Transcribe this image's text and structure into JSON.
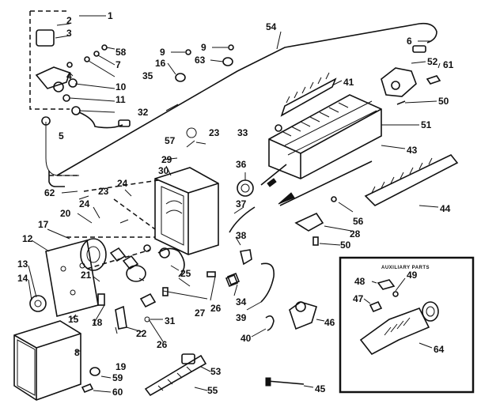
{
  "auxiliary_box": {
    "title": "AUXILIARY PARTS"
  },
  "parts": [
    {
      "id": "p1",
      "label": "1"
    },
    {
      "id": "p2",
      "label": "2"
    },
    {
      "id": "p3",
      "label": "3"
    },
    {
      "id": "p4",
      "label": "4"
    },
    {
      "id": "p5",
      "label": "5"
    },
    {
      "id": "p6",
      "label": "6"
    },
    {
      "id": "p7",
      "label": "7"
    },
    {
      "id": "p8",
      "label": "8"
    },
    {
      "id": "p9a",
      "label": "9"
    },
    {
      "id": "p9b",
      "label": "9"
    },
    {
      "id": "p10",
      "label": "10"
    },
    {
      "id": "p11",
      "label": "11"
    },
    {
      "id": "p12",
      "label": "12"
    },
    {
      "id": "p13",
      "label": "13"
    },
    {
      "id": "p14",
      "label": "14"
    },
    {
      "id": "p15",
      "label": "15"
    },
    {
      "id": "p16",
      "label": "16"
    },
    {
      "id": "p17",
      "label": "17"
    },
    {
      "id": "p18",
      "label": "18"
    },
    {
      "id": "p19",
      "label": "19"
    },
    {
      "id": "p20",
      "label": "20"
    },
    {
      "id": "p21",
      "label": "21"
    },
    {
      "id": "p22",
      "label": "22"
    },
    {
      "id": "p23a",
      "label": "23"
    },
    {
      "id": "p23b",
      "label": "23"
    },
    {
      "id": "p24a",
      "label": "24"
    },
    {
      "id": "p24b",
      "label": "24"
    },
    {
      "id": "p25",
      "label": "25"
    },
    {
      "id": "p26a",
      "label": "26"
    },
    {
      "id": "p26b",
      "label": "26"
    },
    {
      "id": "p27",
      "label": "27"
    },
    {
      "id": "p28",
      "label": "28"
    },
    {
      "id": "p29",
      "label": "29"
    },
    {
      "id": "p30",
      "label": "30"
    },
    {
      "id": "p31",
      "label": "31"
    },
    {
      "id": "p32",
      "label": "32"
    },
    {
      "id": "p33",
      "label": "33"
    },
    {
      "id": "p34",
      "label": "34"
    },
    {
      "id": "p35",
      "label": "35"
    },
    {
      "id": "p36",
      "label": "36"
    },
    {
      "id": "p37",
      "label": "37"
    },
    {
      "id": "p38",
      "label": "38"
    },
    {
      "id": "p39",
      "label": "39"
    },
    {
      "id": "p40",
      "label": "40"
    },
    {
      "id": "p41",
      "label": "41"
    },
    {
      "id": "p43",
      "label": "43"
    },
    {
      "id": "p44",
      "label": "44"
    },
    {
      "id": "p45",
      "label": "45"
    },
    {
      "id": "p46",
      "label": "46"
    },
    {
      "id": "p47",
      "label": "47"
    },
    {
      "id": "p48",
      "label": "48"
    },
    {
      "id": "p49",
      "label": "49"
    },
    {
      "id": "p50a",
      "label": "50"
    },
    {
      "id": "p50b",
      "label": "50"
    },
    {
      "id": "p51",
      "label": "51"
    },
    {
      "id": "p52",
      "label": "52"
    },
    {
      "id": "p53",
      "label": "53"
    },
    {
      "id": "p54",
      "label": "54"
    },
    {
      "id": "p55",
      "label": "55"
    },
    {
      "id": "p56",
      "label": "56"
    },
    {
      "id": "p57",
      "label": "57"
    },
    {
      "id": "p58",
      "label": "58"
    },
    {
      "id": "p59",
      "label": "59"
    },
    {
      "id": "p60",
      "label": "60"
    },
    {
      "id": "p61",
      "label": "61"
    },
    {
      "id": "p62",
      "label": "62"
    },
    {
      "id": "p63",
      "label": "63"
    },
    {
      "id": "p64",
      "label": "64"
    }
  ]
}
